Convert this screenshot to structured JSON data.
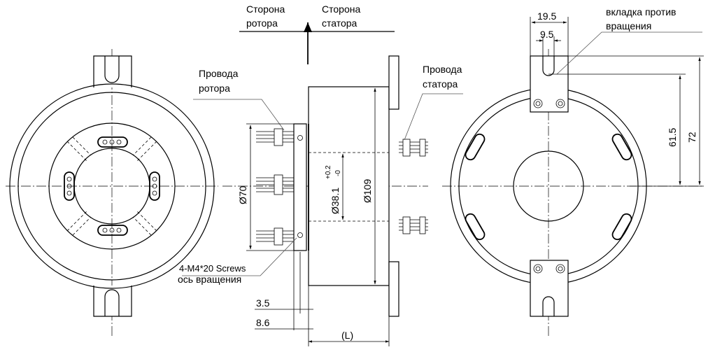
{
  "labels": {
    "rotor_side": [
      "Сторона",
      "ротора"
    ],
    "stator_side": [
      "Сторона",
      "статора"
    ],
    "rotor_wires": [
      "Провода",
      "ротора"
    ],
    "stator_wires": [
      "Провода",
      "статора"
    ],
    "anti_rotation_tab": [
      "вкладка против",
      "вращения"
    ],
    "screws": "4-M4*20 Screws",
    "rotation_axis": "ось вращения"
  },
  "dimensions": {
    "d70": "Ø70",
    "d109": "Ø109",
    "d38": "Ø38.1",
    "d38_tol_upper": "+0.2",
    "d38_tol_lower": "-0",
    "w3_5": "3.5",
    "w8_6": "8.6",
    "length": "(L)",
    "w19_5": "19.5",
    "w9_5": "9.5",
    "h61_5": "61.5",
    "h72": "72"
  }
}
